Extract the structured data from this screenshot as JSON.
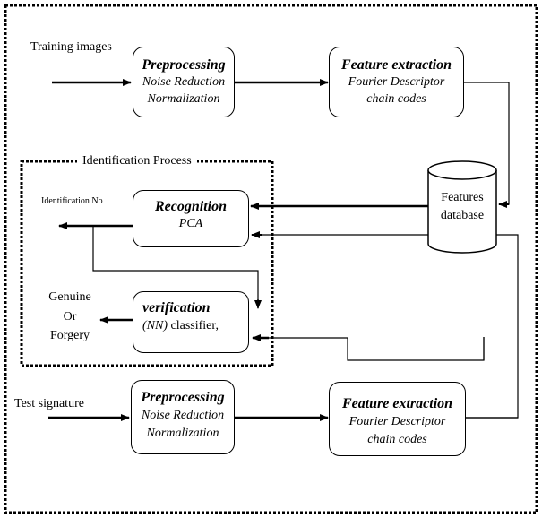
{
  "inputs": {
    "training": "Training images",
    "test": "Test signature"
  },
  "pre_top": {
    "title": "Preprocessing",
    "line1": "Noise Reduction",
    "line2": "Normalization"
  },
  "feat_top": {
    "title": "Feature extraction",
    "line1": "Fourier Descriptor",
    "line2": "chain codes"
  },
  "database": {
    "line1": "Features",
    "line2": "database"
  },
  "identification": {
    "label": "Identification Process",
    "output": "Identification No",
    "recognition": {
      "title": "Recognition",
      "line1": "PCA"
    },
    "verification": {
      "title": "verification",
      "line1_a": "(NN)",
      "line1_b": " classifier,"
    },
    "result": {
      "line1": "Genuine",
      "line2": "Or",
      "line3": "Forgery"
    }
  },
  "pre_bot": {
    "title": "Preprocessing",
    "line1": "Noise Reduction",
    "line2": "Normalization"
  },
  "feat_bot": {
    "title": "Feature extraction",
    "line1": "Fourier Descriptor",
    "line2": "chain codes"
  }
}
